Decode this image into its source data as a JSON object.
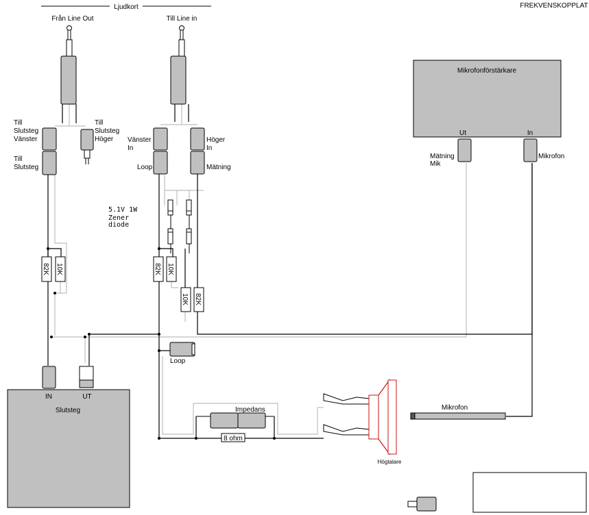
{
  "title": "FREKVENSKOPPLAT",
  "ljudkort": "Ljudkort",
  "line_out": "Från Line Out",
  "line_in": "Till Line in",
  "slutsteg_v_1": "Till",
  "slutsteg_v_2": "Slutsteg",
  "slutsteg_v_3": "Vänster",
  "slutsteg_h_1": "Till",
  "slutsteg_h_2": "Slutsteg",
  "slutsteg_h_3": "Höger",
  "till_1": "Till",
  "till_2": "Slutsteg",
  "vanster_1": "Vänster",
  "vanster_2": "In",
  "hoger_1": "Höger",
  "hoger_2": "In",
  "loop_left": "Loop",
  "matning_right": "Mätning",
  "zener_1": "5.1V 1W",
  "zener_2": "Zener",
  "zener_3": "diode",
  "r82k": "82K",
  "r10k": "10K",
  "mic_amp": "Mikrofonförstärkare",
  "ut": "Ut",
  "in": "In",
  "matning_mik_1": "Mätning",
  "matning_mik_2": "Mik",
  "mikrofon_conn": "Mikrofon",
  "loop": "Loop",
  "slutsteg": "Slutsteg",
  "in_port": "IN",
  "ut_port": "UT",
  "impedans": "Impedans",
  "ohm": "8 ohm",
  "hogtalare": "Högtalare",
  "mikrofon": "Mikrofon"
}
